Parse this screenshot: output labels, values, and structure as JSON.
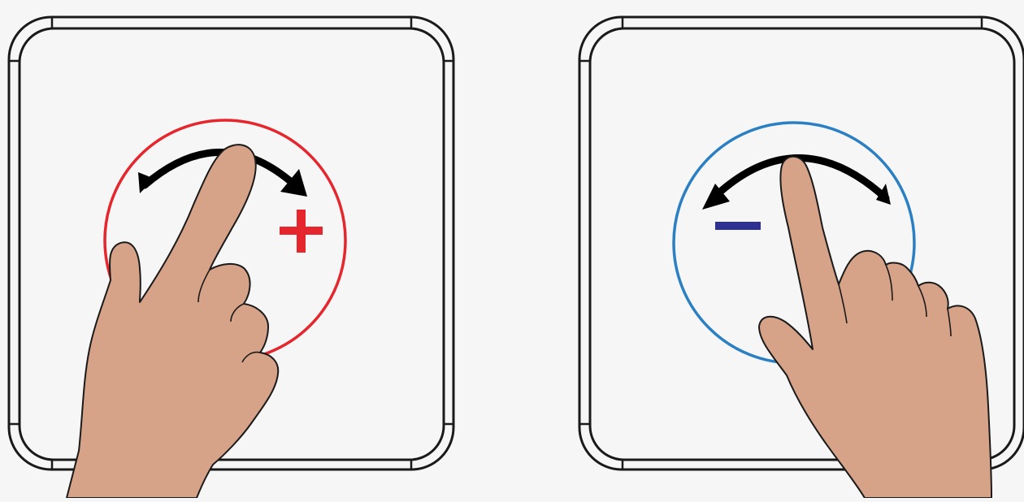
{
  "background_color": "#f6f6f6",
  "panels": [
    {
      "id": "clockwise",
      "gesture": "rotate-clockwise",
      "ring_color": "#e5262d",
      "sign": "+",
      "sign_color": "#e5262d",
      "arrow_direction": "clockwise",
      "icons": [
        "touch-panel-frame-icon",
        "rotation-ring-icon",
        "curved-arrow-clockwise-icon",
        "plus-sign-icon",
        "pointing-hand-icon"
      ]
    },
    {
      "id": "counterclockwise",
      "gesture": "rotate-counterclockwise",
      "ring_color": "#2b7fc3",
      "sign": "−",
      "sign_color": "#2e3192",
      "arrow_direction": "counterclockwise",
      "icons": [
        "touch-panel-frame-icon",
        "rotation-ring-icon",
        "curved-arrow-counterclockwise-icon",
        "minus-sign-icon",
        "pointing-hand-icon"
      ]
    }
  ],
  "colors": {
    "frame_stroke": "#1a1a1a",
    "frame_fill": "#f6f6f6",
    "arrow": "#000000",
    "skin": "#d6a389",
    "skin_outline": "#1a1a1a"
  }
}
